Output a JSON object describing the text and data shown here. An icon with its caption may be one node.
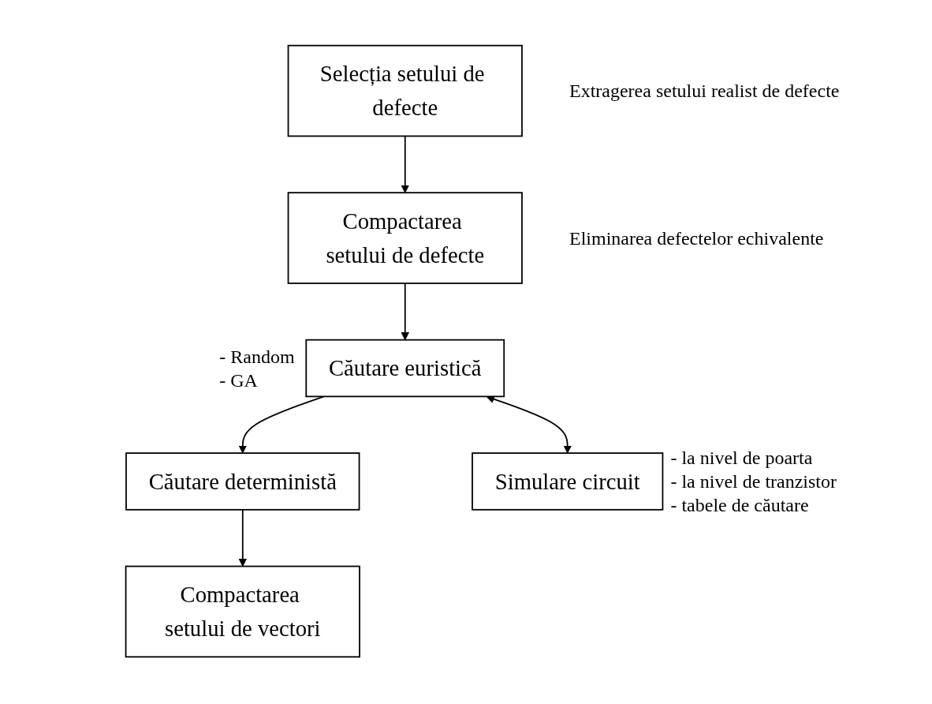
{
  "diagram": {
    "nodes": [
      {
        "text": [
          "Selecția setului de defecte"
        ],
        "beside": [
          "Extragerea setului realist de defecte"
        ]
      },
      {
        "text": [
          "Compactarea setului de defecte"
        ],
        "beside": [
          "Eliminarea defectelor echivalente"
        ]
      },
      {
        "text": [
          "Căutare euristică"
        ],
        "beside": [
          "- Random",
          "- GA"
        ]
      },
      {
        "text": [
          "Simulare circuit"
        ],
        "beside": [
          "- la nivel de poarta",
          "- la nivel de tranzistor",
          "- tabele de căutare"
        ]
      },
      {
        "text": [
          "Căutare deterministă"
        ]
      },
      {
        "text": [
          "Compactarea setului de vectori"
        ]
      }
    ],
    "edges": [
      {
        "from": 0,
        "to": 1,
        "arrow": "to"
      },
      {
        "from": 1,
        "to": 2,
        "arrow": "to"
      },
      {
        "from": 2,
        "to": 3,
        "arrow": "both"
      },
      {
        "from": 2,
        "to": 4,
        "arrow": "to"
      },
      {
        "from": 4,
        "to": 5,
        "arrow": "to"
      }
    ]
  }
}
